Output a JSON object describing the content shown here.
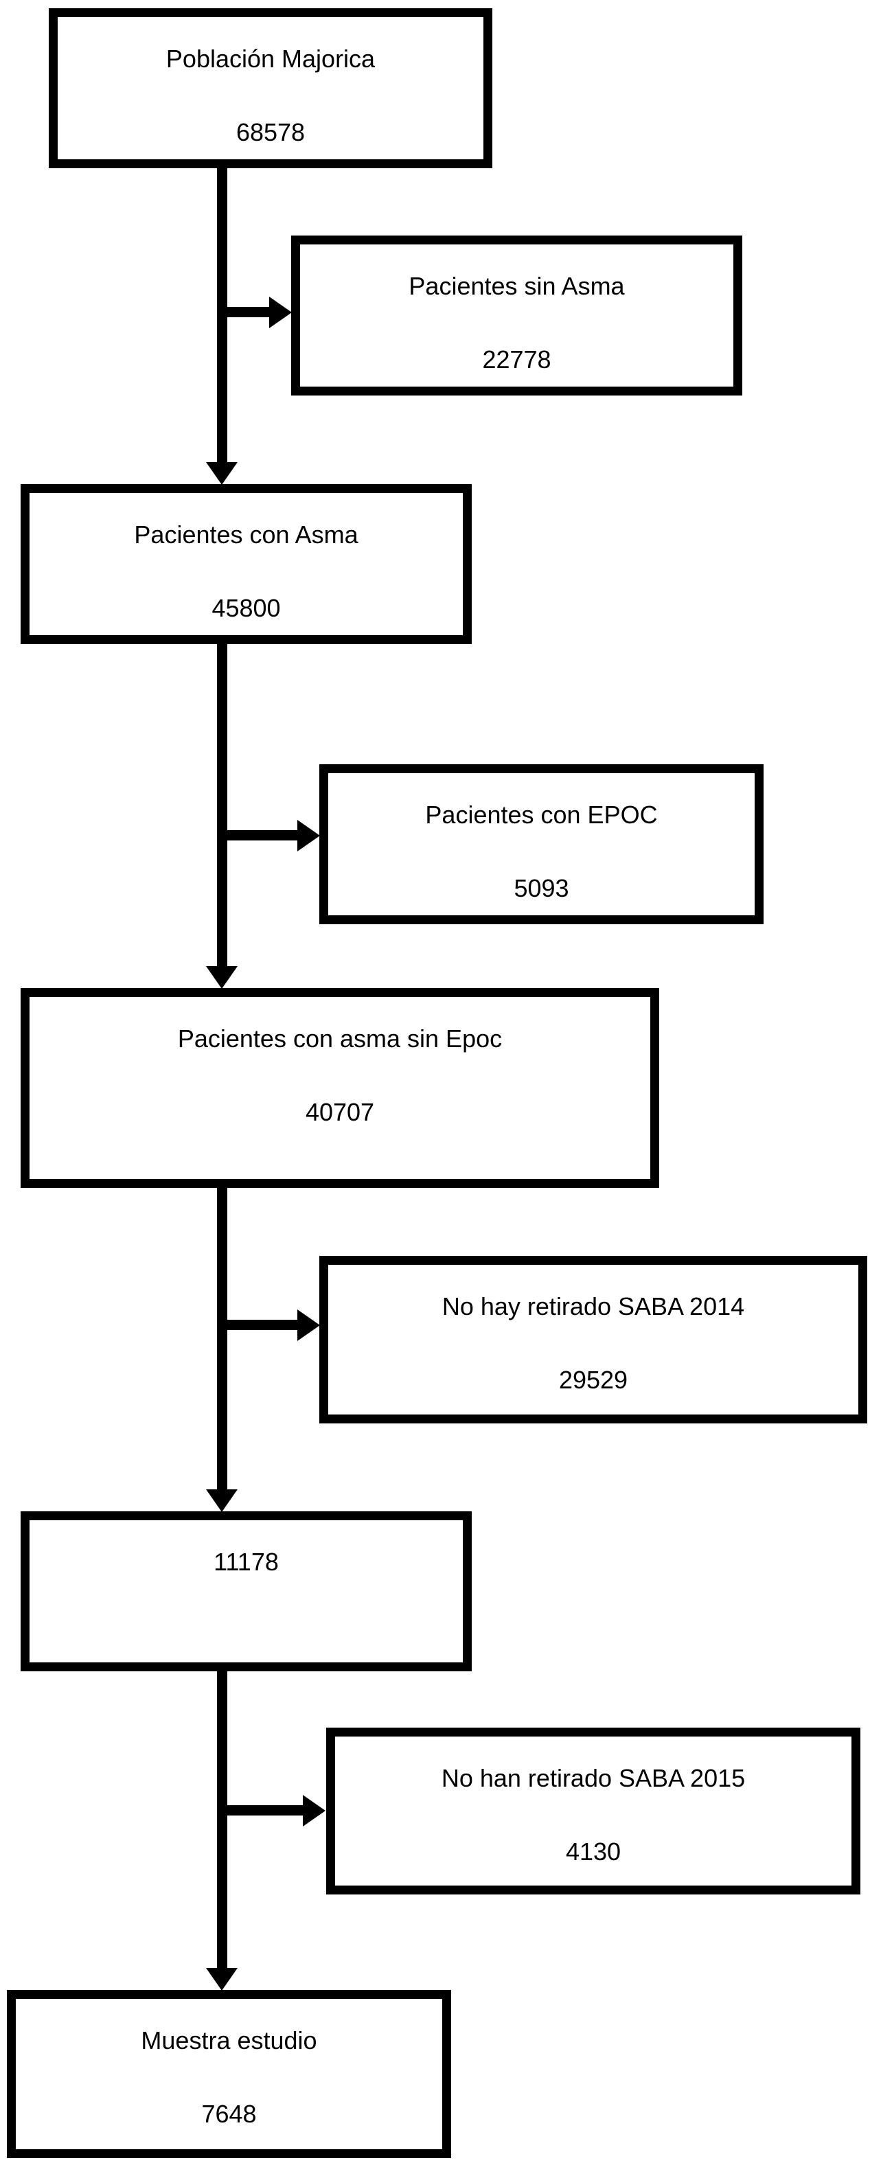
{
  "diagram": {
    "type": "flowchart",
    "colors": {
      "box_border": "#000000",
      "background": "#ffffff",
      "text": "#000000"
    },
    "nodes": {
      "poblacion": {
        "label": "Población Majorica",
        "value": "68578"
      },
      "sin_asma": {
        "label": "Pacientes sin Asma",
        "value": "22778"
      },
      "con_asma": {
        "label": "Pacientes con Asma",
        "value": "45800"
      },
      "con_epoc": {
        "label": "Pacientes con EPOC",
        "value": "5093"
      },
      "asma_sin_epoc": {
        "label": "Pacientes con asma sin Epoc",
        "value": "40707"
      },
      "no_retirado_saba_2014": {
        "label": "No hay retirado SABA 2014",
        "value": "29529"
      },
      "retirado_saba_2014": {
        "value": "11178"
      },
      "no_retirado_saba_2015": {
        "label": "No han retirado SABA 2015",
        "value": "4130"
      },
      "muestra_estudio": {
        "label": "Muestra estudio",
        "value": "7648"
      }
    },
    "edges": [
      {
        "from": "poblacion",
        "to": "sin_asma"
      },
      {
        "from": "poblacion",
        "to": "con_asma"
      },
      {
        "from": "con_asma",
        "to": "con_epoc"
      },
      {
        "from": "con_asma",
        "to": "asma_sin_epoc"
      },
      {
        "from": "asma_sin_epoc",
        "to": "no_retirado_saba_2014"
      },
      {
        "from": "asma_sin_epoc",
        "to": "retirado_saba_2014"
      },
      {
        "from": "retirado_saba_2014",
        "to": "no_retirado_saba_2015"
      },
      {
        "from": "retirado_saba_2014",
        "to": "muestra_estudio"
      }
    ]
  }
}
